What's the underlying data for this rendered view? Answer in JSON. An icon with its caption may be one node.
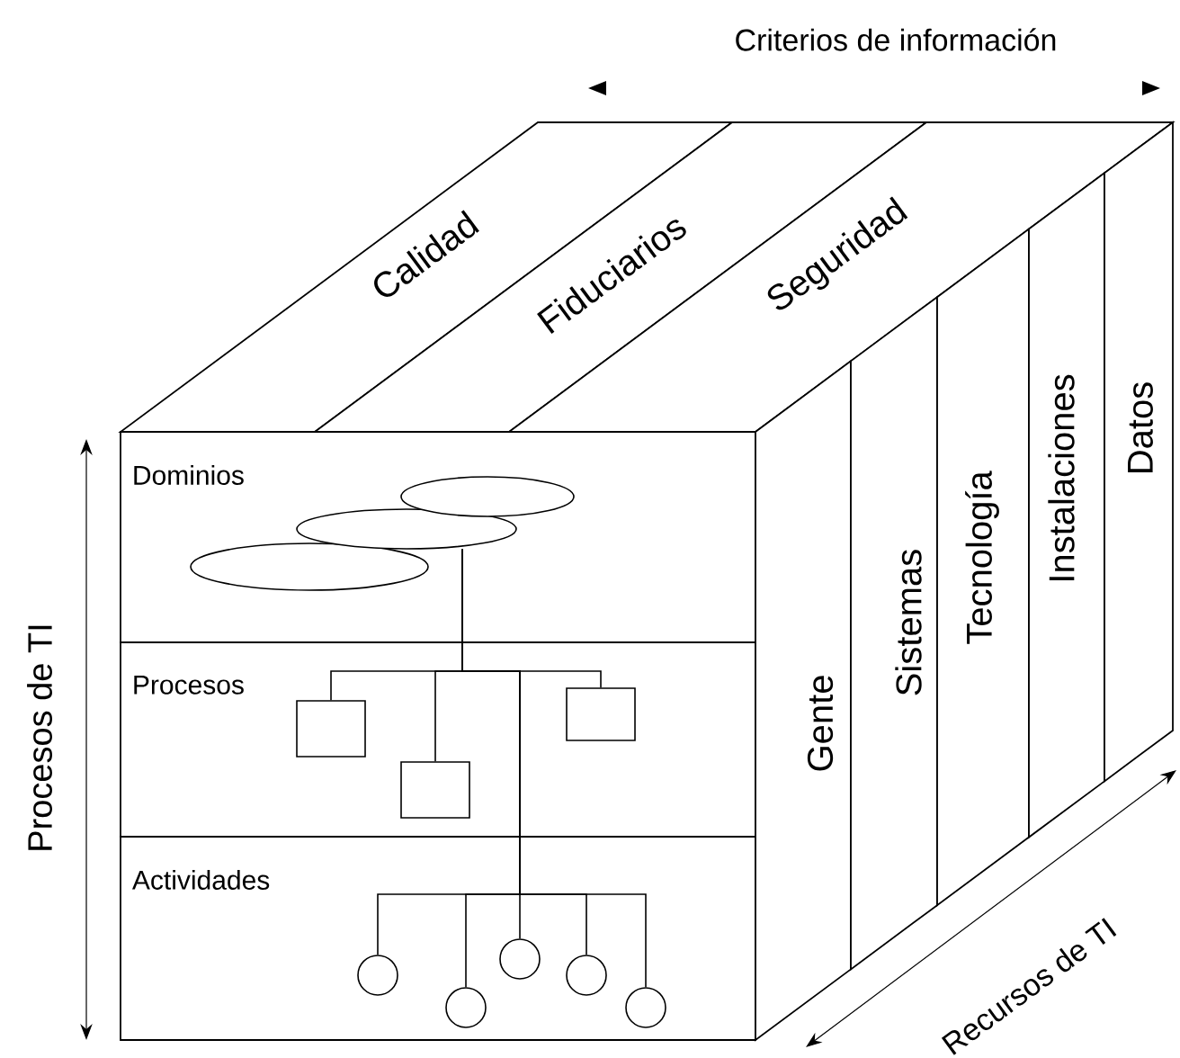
{
  "diagram": {
    "nodes": [
      {
        "text": [
          "Calidad"
        ]
      },
      {
        "text": [
          "Fiduciarios"
        ]
      },
      {
        "text": [
          "Seguridad"
        ]
      },
      {
        "text": [
          "Dominios"
        ]
      },
      {
        "text": [],
        "shape": "ellipse",
        "in": 3
      },
      {
        "text": [],
        "shape": "ellipse",
        "in": 3
      },
      {
        "text": [],
        "shape": "ellipse",
        "in": 3
      },
      {
        "text": [
          "Procesos"
        ]
      },
      {
        "text": [],
        "shape": "box",
        "in": 7
      },
      {
        "text": [],
        "shape": "box",
        "in": 7
      },
      {
        "text": [],
        "shape": "box",
        "in": 7
      },
      {
        "text": [
          "Actividades"
        ]
      },
      {
        "text": [],
        "shape": "circle",
        "in": 11
      },
      {
        "text": [],
        "shape": "circle",
        "in": 11
      },
      {
        "text": [],
        "shape": "circle",
        "in": 11
      },
      {
        "text": [],
        "shape": "circle",
        "in": 11
      },
      {
        "text": [],
        "shape": "circle",
        "in": 11
      },
      {
        "text": [
          "Gente"
        ]
      },
      {
        "text": [
          "Sistemas"
        ]
      },
      {
        "text": [
          "Tecnología"
        ]
      },
      {
        "text": [
          "Instalaciones"
        ]
      },
      {
        "text": [
          "Datos"
        ]
      }
    ],
    "edges": [
      {
        "from": 5,
        "to": 8,
        "arrow": "none"
      },
      {
        "from": 5,
        "to": 9,
        "arrow": "none"
      },
      {
        "from": 5,
        "to": 10,
        "arrow": "none"
      },
      {
        "from": 5,
        "to": 12,
        "arrow": "none"
      },
      {
        "from": 5,
        "to": 13,
        "arrow": "none"
      },
      {
        "from": 5,
        "to": 14,
        "arrow": "none"
      },
      {
        "from": 5,
        "to": 15,
        "arrow": "none"
      },
      {
        "from": 5,
        "to": 16,
        "arrow": "none"
      }
    ],
    "labels": [
      "Criterios de información",
      "Procesos de TI",
      "Recursos de TI"
    ]
  }
}
